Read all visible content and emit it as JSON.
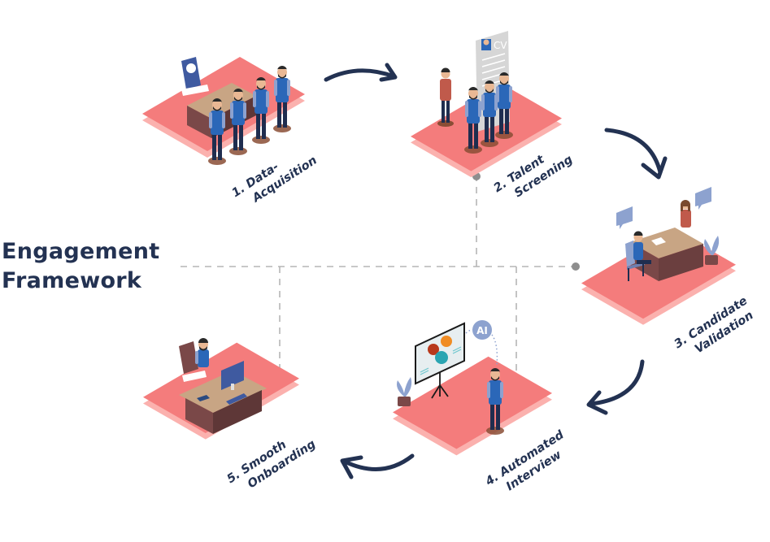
{
  "title": {
    "line1": "Engagement",
    "line2": "Framework"
  },
  "steps": [
    {
      "number": "1.",
      "line1": "1. Data-",
      "line2": "Acquisition",
      "scene": "team-queue-at-desk"
    },
    {
      "number": "2.",
      "line1": "2. Talent",
      "line2": "Screening",
      "scene": "cv-review",
      "cv_text": "CV"
    },
    {
      "number": "3.",
      "line1": "3. Candidate",
      "line2": "Validation",
      "scene": "interview-desk"
    },
    {
      "number": "4.",
      "line1": "4. Automated",
      "line2": "Interview",
      "scene": "ai-presentation",
      "badge_text": "AI"
    },
    {
      "number": "5.",
      "line1": "5. Smooth",
      "line2": "Onboarding",
      "scene": "workstation"
    }
  ],
  "colors": {
    "text": "#233252",
    "platform_top": "#f47c7c",
    "platform_side": "#fbb1ae",
    "arrow": "#233252",
    "connector": "#b5b5b5",
    "connector_dot": "#8e8e8e",
    "shirt_blue": "#2b67b8",
    "pants_navy": "#1f2d4f",
    "desk_top": "#c8a584",
    "desk_side": "#6b3f3f",
    "chair": "#8b9bc6",
    "sleeve": "#8da2cf"
  },
  "icons": [
    "arrow-1-to-2-icon",
    "arrow-2-to-3-icon",
    "arrow-3-to-4-icon",
    "arrow-4-to-5-icon",
    "chat-bubble-icon",
    "plant-icon",
    "ai-badge-icon",
    "cv-document-icon",
    "monitor-icon"
  ]
}
